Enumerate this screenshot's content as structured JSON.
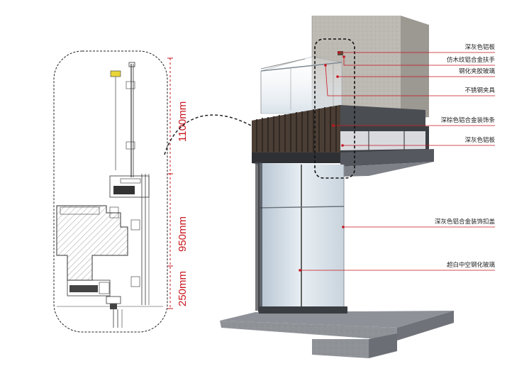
{
  "callouts": [
    "深灰色铝板",
    "仿木纹铝合金扶手",
    "钢化夹胶玻璃",
    "不锈钢夹具",
    "深棕色铝合金装饰条",
    "深灰色铝板",
    "深灰色铝合金装饰扣盖",
    "超白中空钢化玻璃"
  ],
  "dimensions": [
    "1100mm",
    "950mm",
    "250mm"
  ],
  "colors": {
    "leader": "#c8141c",
    "dark_panel": "#3a3d42",
    "slat": "#5a4a3e",
    "stone_wall": "#b9b6b1",
    "glass": "#dfe6ec"
  }
}
